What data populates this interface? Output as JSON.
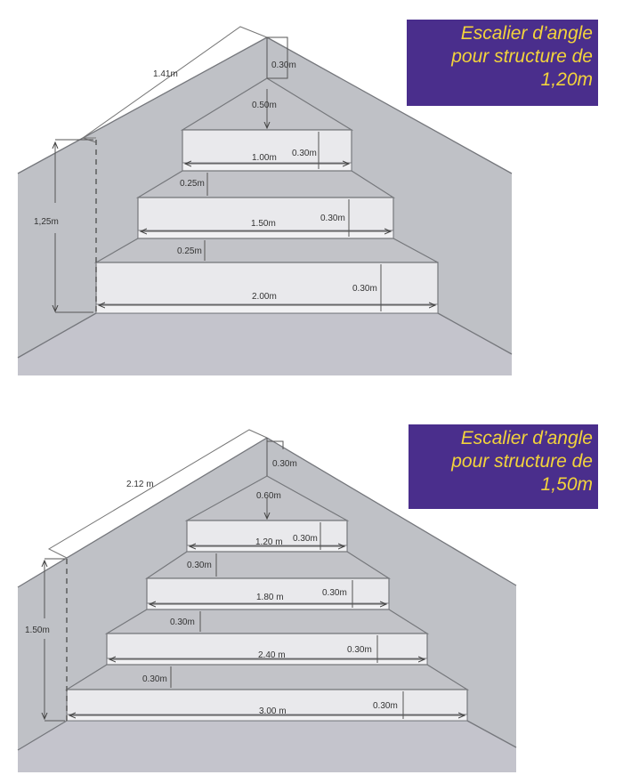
{
  "diagrams": [
    {
      "title": {
        "line1": "Escalier d’angle",
        "line2": "pour structure de",
        "line3": "1,20m"
      },
      "roof_length": "1.41m",
      "peak_height": "0.30m",
      "top_gap": "0.50m",
      "total_height": "1,25m",
      "steps": [
        {
          "width": "1.00m",
          "height": "0.30m",
          "gap_below": "0.25m"
        },
        {
          "width": "1.50m",
          "height": "0.30m",
          "gap_below": "0.25m"
        },
        {
          "width": "2.00m",
          "height": "0.30m"
        }
      ]
    },
    {
      "title": {
        "line1": "Escalier d’angle",
        "line2": "pour structure de",
        "line3": "1,50m"
      },
      "roof_length": "2.12 m",
      "peak_height": "0.30m",
      "top_gap": "0.60m",
      "total_height": "1.50m",
      "steps": [
        {
          "width": "1.20 m",
          "height": "0.30m",
          "gap_below": "0.30m"
        },
        {
          "width": "1.80 m",
          "height": "0.30m",
          "gap_below": "0.30m"
        },
        {
          "width": "2.40 m",
          "height": "0.30m",
          "gap_below": "0.30m"
        },
        {
          "width": "3.00 m",
          "height": "0.30m"
        }
      ]
    }
  ],
  "colors": {
    "title_bg": "#4a2e8c",
    "title_text": "#f2d33c",
    "wall": "#bfc1c6",
    "riser": "#e9e9ec"
  }
}
